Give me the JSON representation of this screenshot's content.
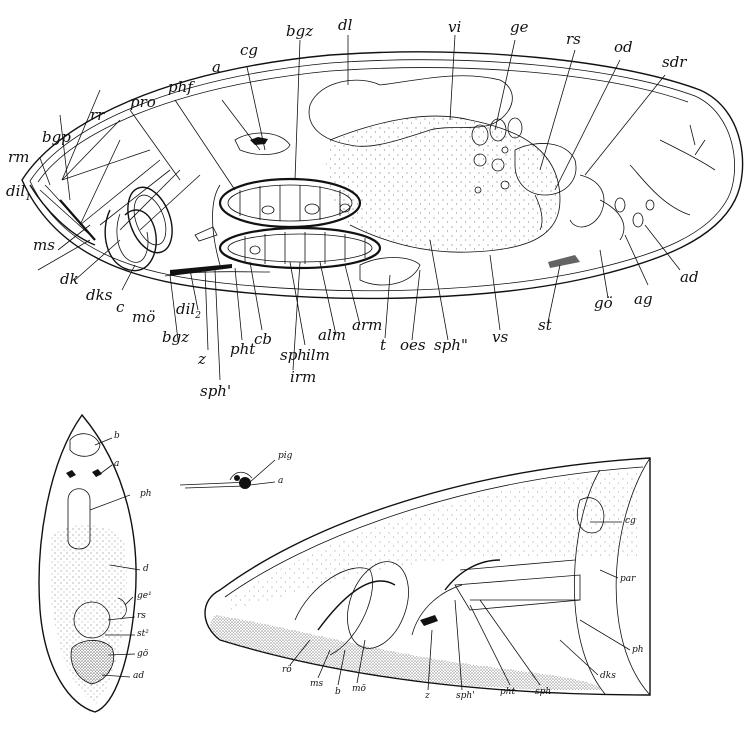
{
  "figure_a": {
    "labels": {
      "dl": "dl",
      "bgz_top": "bgz",
      "cg": "cg",
      "a": "a",
      "phf": "phf",
      "pro": "pro",
      "rr": "rr",
      "bgp": "bgp",
      "rm": "rm",
      "dil1": "dil",
      "dil1_sub": "1",
      "ms": "ms",
      "dk": "dk",
      "dks": "dks",
      "c": "c",
      "mo": "mö",
      "bgz_bottom": "bgz",
      "dil2": "dil",
      "dil2_sub": "2",
      "z": "z",
      "sph_prime": "sph'",
      "pht": "pht",
      "cb": "cb",
      "sph": "sph",
      "ilm": "ilm",
      "irm": "irm",
      "alm": "alm",
      "arm": "arm",
      "t": "t",
      "oes": "oes",
      "sph_dprime": "sph\"",
      "vs": "vs",
      "st": "st",
      "go": "gö",
      "ag": "ag",
      "ad": "ad",
      "sdr": "sdr",
      "od": "od",
      "rs": "rs",
      "ge": "ge",
      "vi": "vi"
    }
  },
  "figure_b": {
    "labels": {
      "b": "b",
      "a": "a",
      "ph": "ph",
      "d": "d",
      "ge1": "ge¹",
      "rs": "rs",
      "st2": "st²",
      "go": "gö",
      "ad": "ad"
    }
  },
  "figure_c": {
    "labels": {
      "pig": "pig",
      "a": "a"
    }
  },
  "figure_d": {
    "labels": {
      "cg": "cg",
      "par": "par",
      "ph": "ph",
      "dks": "dks",
      "ro": "rö",
      "ms": "ms",
      "b": "b",
      "mo": "mö",
      "z": "z",
      "sph_prime": "sph'",
      "pht": "pht",
      "sph": "sph"
    }
  }
}
